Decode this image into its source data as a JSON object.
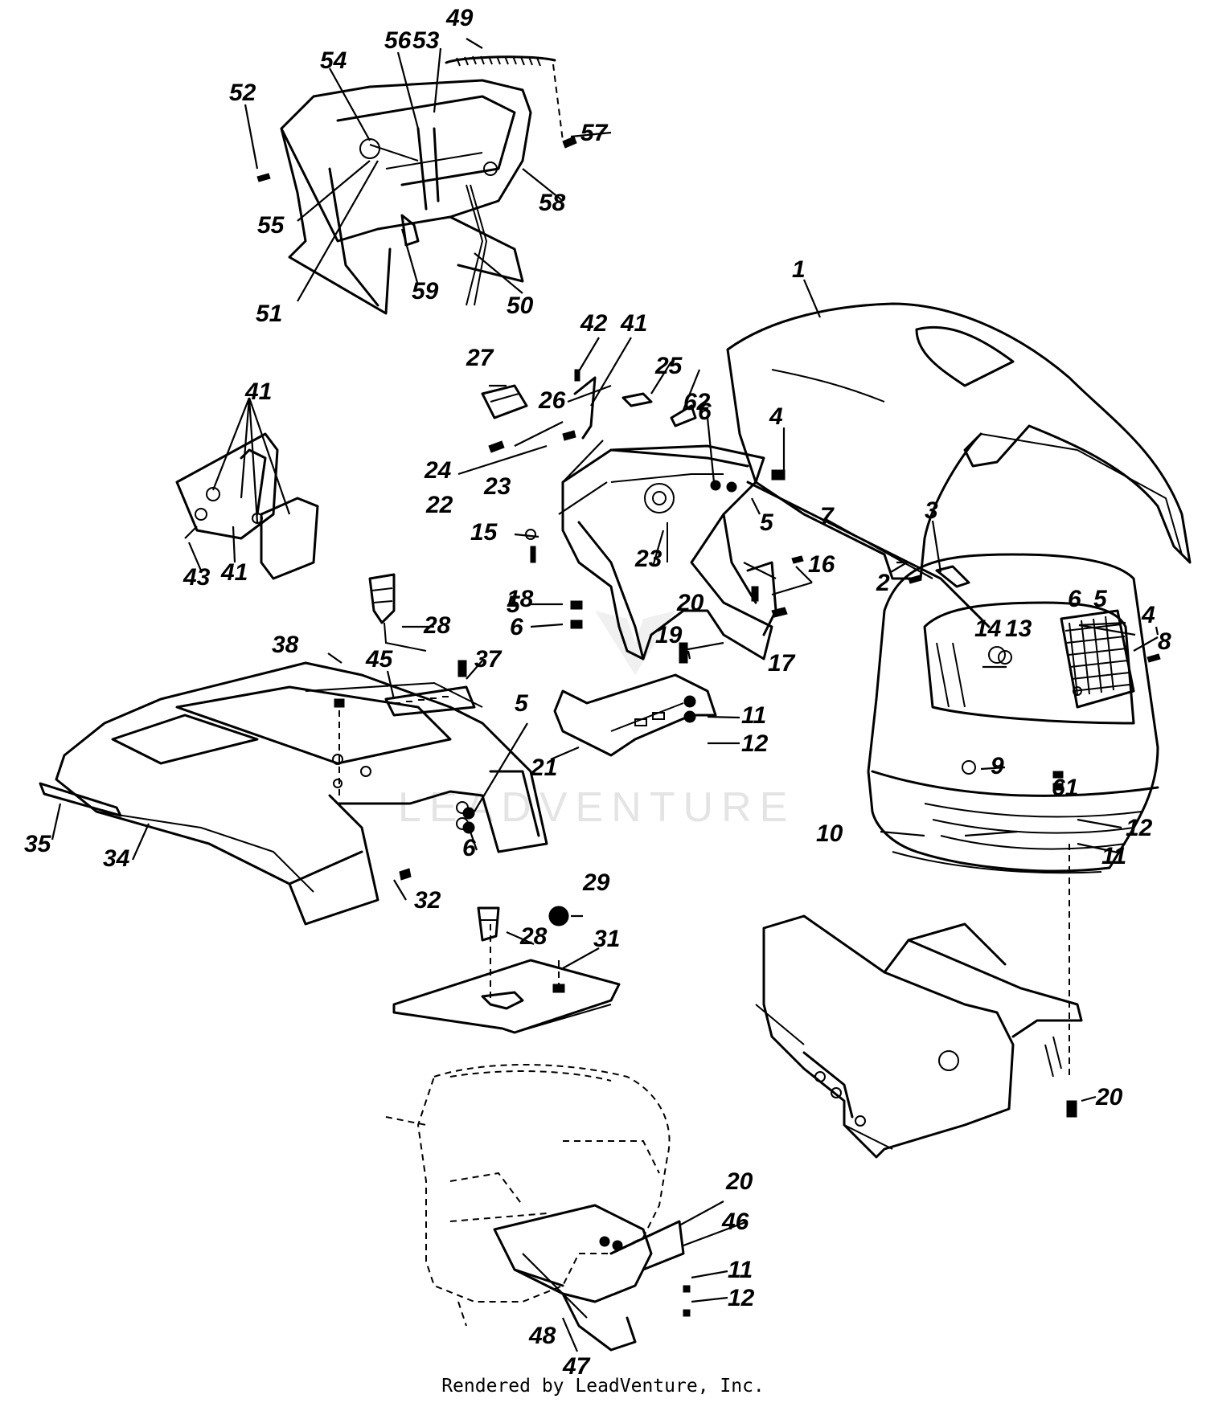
{
  "footer": "Rendered by LeadVenture, Inc.",
  "watermark": "LEADVENTURE",
  "callouts": [
    "1",
    "2",
    "3",
    "4",
    "5",
    "6",
    "7",
    "8",
    "9",
    "10",
    "11",
    "12",
    "13",
    "14",
    "15",
    "16",
    "17",
    "18",
    "19",
    "20",
    "21",
    "22",
    "23",
    "24",
    "25",
    "26",
    "27",
    "28",
    "29",
    "31",
    "32",
    "34",
    "35",
    "37",
    "38",
    "41",
    "42",
    "43",
    "45",
    "46",
    "47",
    "48",
    "49",
    "50",
    "51",
    "52",
    "53",
    "54",
    "55",
    "56",
    "57",
    "58",
    "59",
    "61",
    "62"
  ]
}
